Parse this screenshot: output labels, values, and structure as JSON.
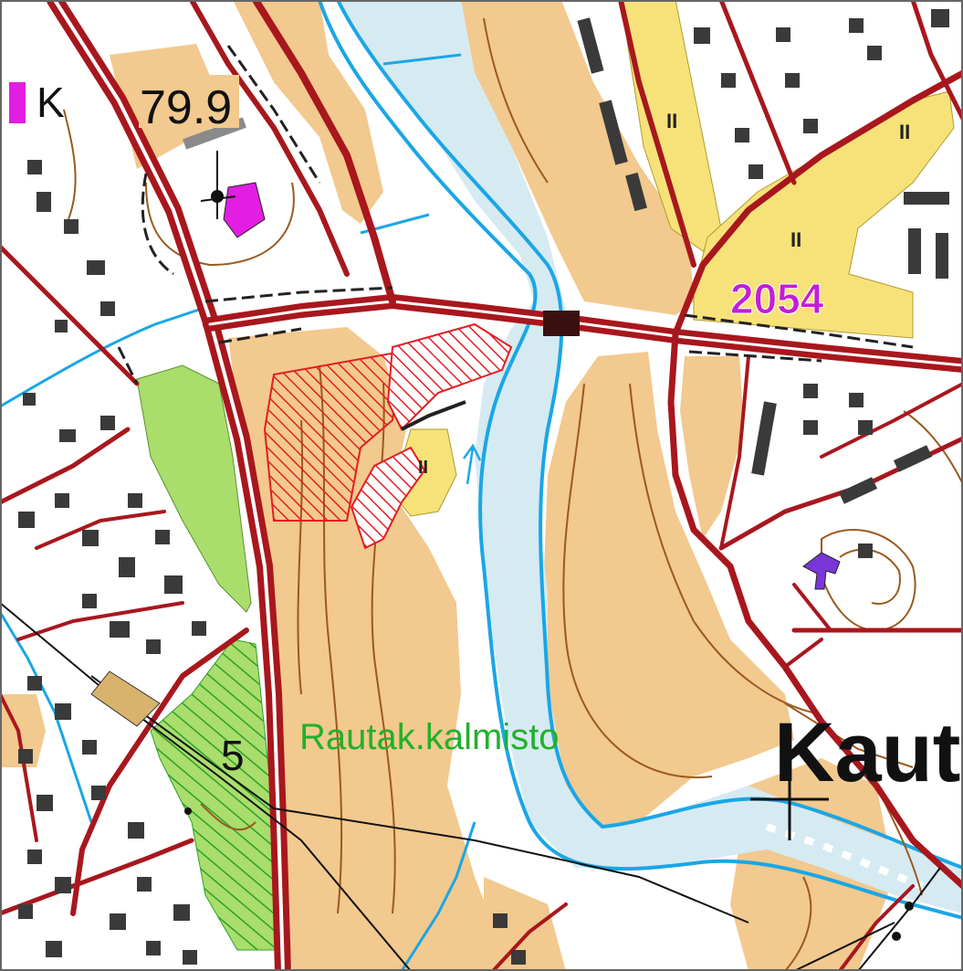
{
  "map": {
    "labels": {
      "letter_k": "K",
      "elevation": "79.9",
      "number": "2054",
      "site_name": "Rautak.kalmisto",
      "contour_value": "5",
      "place_name_partial": "Kaut",
      "roman_1": "II",
      "roman_2": "II",
      "roman_3": "II",
      "roman_4": "II"
    },
    "colors": {
      "field": "#f2c98e",
      "residential_yellow": "#f7e27a",
      "park_green": "#a9dd6c",
      "water": "#1aa6e6",
      "water_fill": "#d6eaf2",
      "road": "#a8171d",
      "building": "#3a3a3a",
      "magenta": "#e11ee1",
      "purple": "#7a36d8",
      "hatch_red": "#e31e24",
      "contour": "#9a5a1e",
      "label_green": "#22b02a",
      "label_magenta": "#c21ed6"
    }
  }
}
